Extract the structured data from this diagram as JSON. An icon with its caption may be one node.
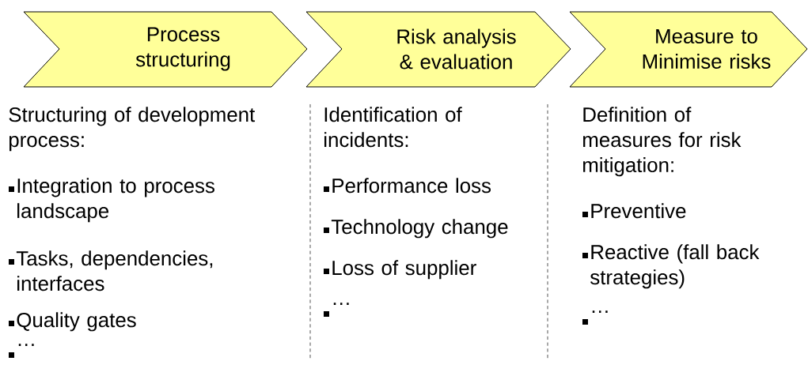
{
  "diagram": {
    "nodes": [
      {
        "text": [
          "Process structuring"
        ]
      },
      {
        "text": [
          "Risk analysis & evaluation"
        ]
      },
      {
        "text": [
          "Measure to Minimise risks"
        ]
      }
    ],
    "labels": [
      "Structuring of development process:",
      "Integration to process landscape",
      "Tasks, dependencies, interfaces",
      "Quality gates",
      "…",
      "Identification of incidents:",
      "Performance loss",
      "Technology change",
      "Loss of supplier",
      "…",
      "Definition of measures for risk mitigation:",
      "Preventive",
      "Reactive (fall back strategies)",
      "…"
    ]
  }
}
